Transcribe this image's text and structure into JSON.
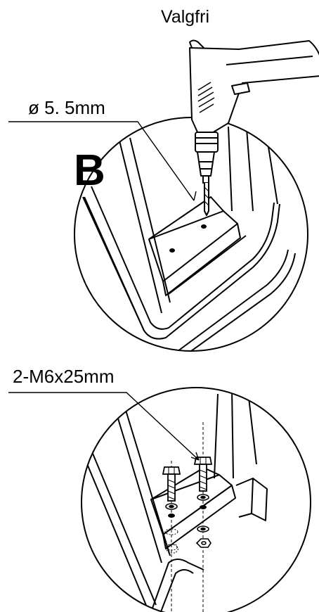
{
  "labels": {
    "optional": "Valgfri",
    "drill_size": "ø 5. 5mm",
    "step": "B",
    "bolt_spec": "2-M6x25mm"
  },
  "colors": {
    "ink": "#000000",
    "paper": "#ffffff"
  },
  "icons": {
    "drill": "power-drill-icon",
    "bolt": "hex-bolt-icon",
    "washer": "washer-icon",
    "nut": "hex-nut-icon"
  }
}
